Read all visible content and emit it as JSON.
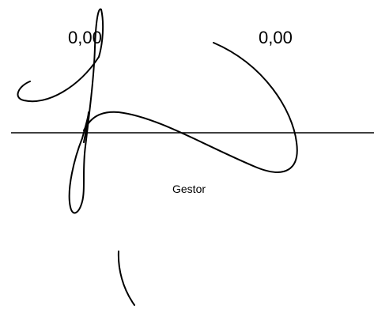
{
  "values": {
    "left": "0,00",
    "right": "0,00"
  },
  "signature_block": {
    "role_label": "Gestor"
  },
  "colors": {
    "ink": "#000000",
    "background": "#ffffff"
  }
}
